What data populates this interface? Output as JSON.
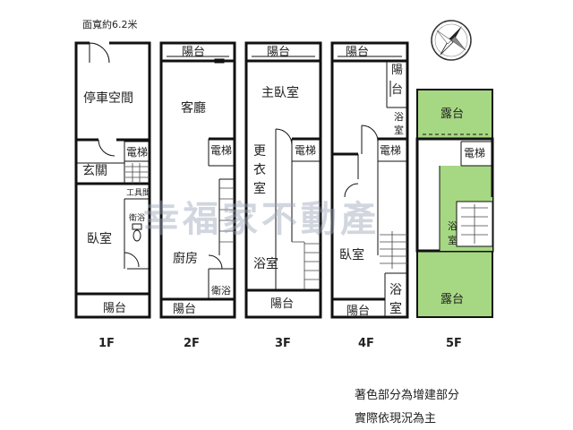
{
  "header": {
    "width_note": "面寬約6.2米"
  },
  "floors": [
    {
      "label": "1F",
      "rooms": {
        "parking": "停車空間",
        "elevator": "電梯",
        "foyer": "玄關",
        "tool_room": "工具間",
        "bath": "衛浴",
        "bedroom": "臥室",
        "balcony": "陽台"
      }
    },
    {
      "label": "2F",
      "rooms": {
        "balcony_top": "陽台",
        "living": "客廳",
        "elevator": "電梯",
        "kitchen": "廚房",
        "bath": "衛浴",
        "balcony_bottom": "陽台"
      }
    },
    {
      "label": "3F",
      "rooms": {
        "balcony_top": "陽台",
        "master": "主臥室",
        "elevator": "電梯",
        "closet_1": "更",
        "closet_2": "衣",
        "closet_3": "室",
        "bath": "浴室",
        "balcony_bottom": "陽台"
      }
    },
    {
      "label": "4F",
      "rooms": {
        "balcony_top": "陽台",
        "balcony_side_1": "陽",
        "balcony_side_2": "台",
        "bath_top_1": "浴",
        "bath_top_2": "室",
        "elevator": "電梯",
        "bedroom": "臥室",
        "balcony_bottom": "陽台",
        "bath_bottom_1": "浴",
        "bath_bottom_2": "室"
      }
    },
    {
      "label": "5F",
      "rooms": {
        "terrace_top": "露台",
        "elevator": "電梯",
        "bath_1": "浴",
        "bath_2": "室",
        "terrace_bottom": "露台"
      }
    }
  ],
  "watermark": "幸福家不動產",
  "notes": {
    "line1": "著色部分為增建部分",
    "line2": "實際依現況為主"
  },
  "colors": {
    "addition_fill": "#a6d883",
    "walls": "#111111"
  },
  "icons": {
    "compass": "compass-north-arrow"
  }
}
